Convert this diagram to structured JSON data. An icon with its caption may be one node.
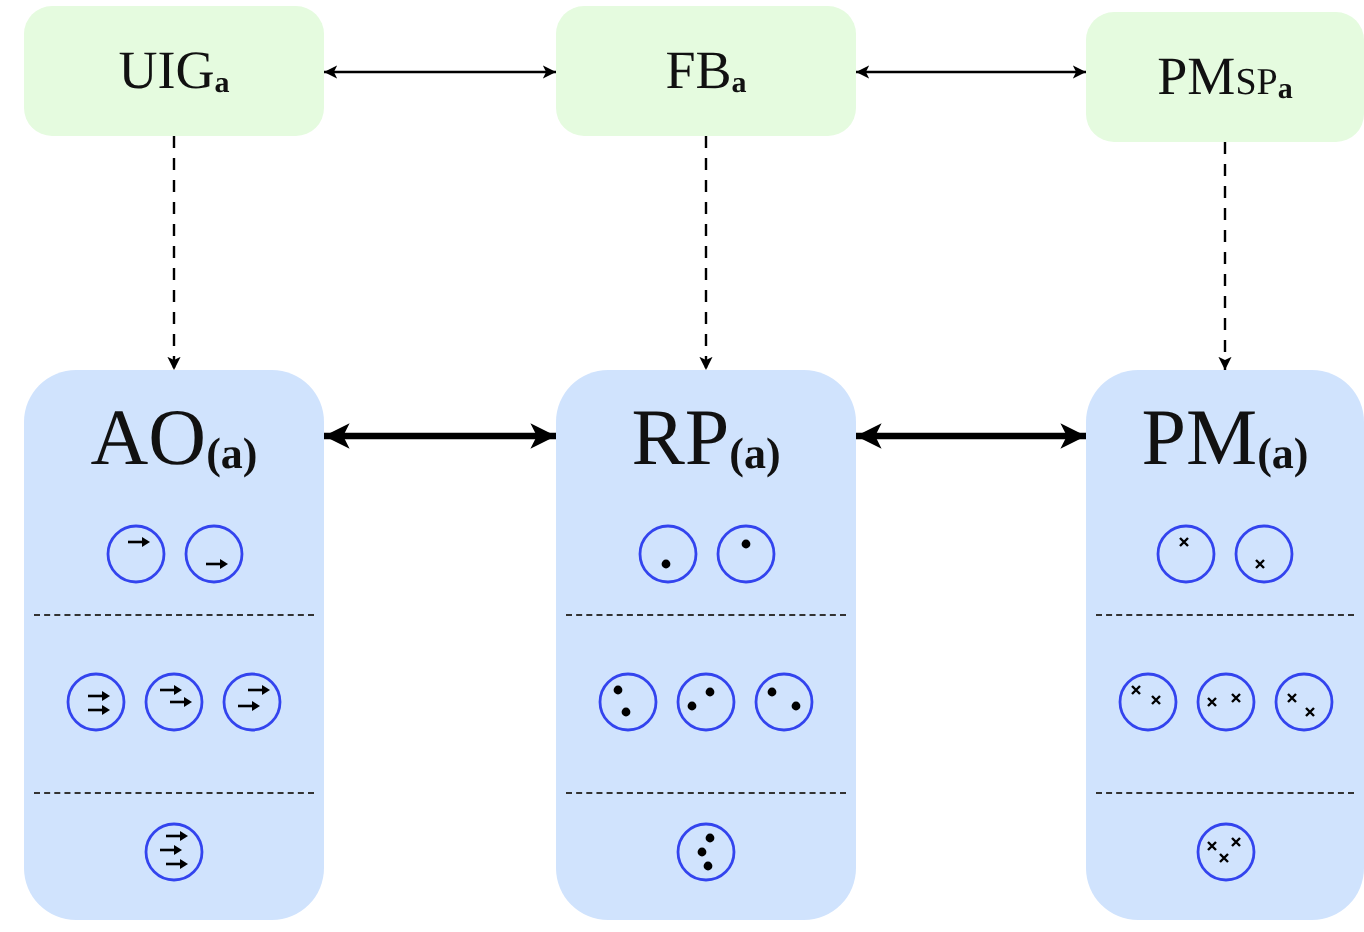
{
  "diagram": {
    "nodes": [
      {
        "text": [
          "UIG$_{a}$"
        ]
      },
      {
        "text": [
          "FB$_{a}$"
        ]
      },
      {
        "text": [
          "PM$_{SP}$$_{a}$"
        ]
      },
      {
        "text": [
          "AO$_{(a)}$"
        ]
      },
      {
        "text": [
          "RP$_{(a)}$"
        ]
      },
      {
        "text": [
          "PM$_{(a)}$"
        ]
      }
    ],
    "edges": [
      {
        "from": 0,
        "to": 1,
        "arrow": "both"
      },
      {
        "from": 1,
        "to": 2,
        "arrow": "both"
      },
      {
        "from": 0,
        "to": 3,
        "arrow": "to",
        "style": "dashed"
      },
      {
        "from": 1,
        "to": 4,
        "arrow": "to",
        "style": "dashed"
      },
      {
        "from": 2,
        "to": 5,
        "arrow": "to",
        "style": "dashed"
      },
      {
        "from": 3,
        "to": 4,
        "arrow": "both",
        "style": "thick"
      },
      {
        "from": 4,
        "to": 5,
        "arrow": "both",
        "style": "thick"
      }
    ]
  }
}
